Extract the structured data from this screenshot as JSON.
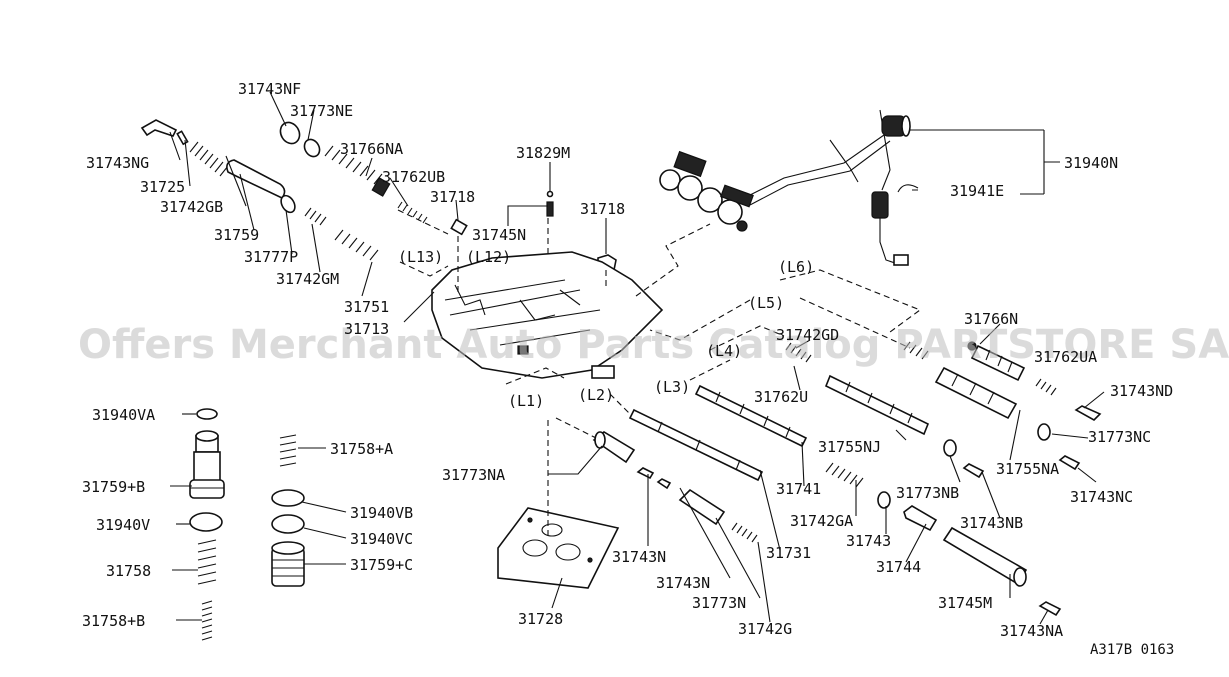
{
  "labels": {
    "p31743NF": "31743NF",
    "p31773NE": "31773NE",
    "p31766NA": "31766NA",
    "p31743NG": "31743NG",
    "p31725": "31725",
    "p31742GB": "31742GB",
    "p31759": "31759",
    "p31777P": "31777P",
    "p31742GM": "31742GM",
    "p31762UB": "31762UB",
    "p31718a": "31718",
    "p31829M": "31829M",
    "p31745N": "31745N",
    "p31718b": "31718",
    "p31751": "31751",
    "p31713": "31713",
    "p31940N": "31940N",
    "p31941E": "31941E",
    "p31766N": "31766N",
    "p31762UA": "31762UA",
    "p31743ND": "31743ND",
    "p31742GD": "31742GD",
    "p31762U": "31762U",
    "p31755NJ": "31755NJ",
    "p31773NC": "31773NC",
    "p31755NA": "31755NA",
    "p31743NC": "31743NC",
    "p31773NA": "31773NA",
    "p31741": "31741",
    "p31773NB": "31773NB",
    "p31743NB": "31743NB",
    "p31742GA": "31742GA",
    "p31743": "31743",
    "p31744": "31744",
    "p31731": "31731",
    "p31745M": "31745M",
    "p31743NA": "31743NA",
    "p31743N_a": "31743N",
    "p31743N_b": "31743N",
    "p31773N": "31773N",
    "p31742G": "31742G",
    "p31728": "31728",
    "p31940VA": "31940VA",
    "p31759B": "31759+B",
    "p31940V": "31940V",
    "p31758": "31758",
    "p31758B": "31758+B",
    "p31758A": "31758+A",
    "p31940VB": "31940VB",
    "p31940VC": "31940VC",
    "p31759C": "31759+C"
  },
  "circuits": {
    "L1": "(L1)",
    "L2": "(L2)",
    "L3": "(L3)",
    "L4": "(L4)",
    "L5": "(L5)",
    "L6": "(L6)",
    "L12": "(L12)",
    "L13": "(L13)"
  },
  "watermark": "Offers Merchant Auto Parts Catalog PARTSTORE SA",
  "diagram_code": "A317B 0163"
}
